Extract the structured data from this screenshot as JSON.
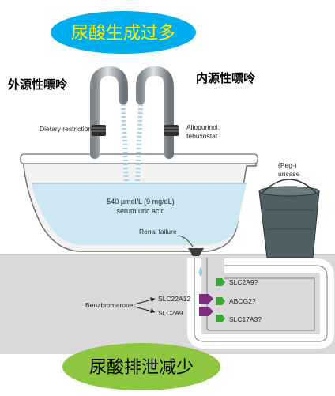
{
  "top_banner": {
    "text": "尿酸生成过多",
    "fill": "#00AEEF",
    "text_color": "#FFF200"
  },
  "bottom_banner": {
    "text": "尿酸排泄减少",
    "fill": "#8DC63F",
    "text_color": "#000000"
  },
  "sources": {
    "exogenous": "外源性嘌呤",
    "endogenous": "内源性嘌呤"
  },
  "labels": {
    "dietary_restriction": "Dietary restriction",
    "allopurinol_line1": "Allopurinol,",
    "allopurinol_line2": "febuxostat",
    "uricase_line1": "(Peg-)",
    "uricase_line2": "uricase",
    "serum_line1": "540 µmol/L (9 mg/dL)",
    "serum_line2": "serum uric acid",
    "renal_failure": "Renal failure",
    "benzbromarone": "Benzbromarone",
    "slc22a12": "SLC22A12",
    "slc2a9_left": "SLC2A9",
    "slc2a9_right": "SLC2A9?",
    "abcg2": "ABCG2?",
    "slc17a3": "SLC17A3?"
  },
  "colors": {
    "water": "#CDE8F2",
    "water_surface": "#A9D4E6",
    "tub": "#F2F2F2",
    "ground": "#D9D9D9",
    "bucket": "#4F5F63",
    "transporter_purple": "#7B2F7E",
    "transporter_green": "#39A935",
    "pipe": "#9AA1A6"
  }
}
